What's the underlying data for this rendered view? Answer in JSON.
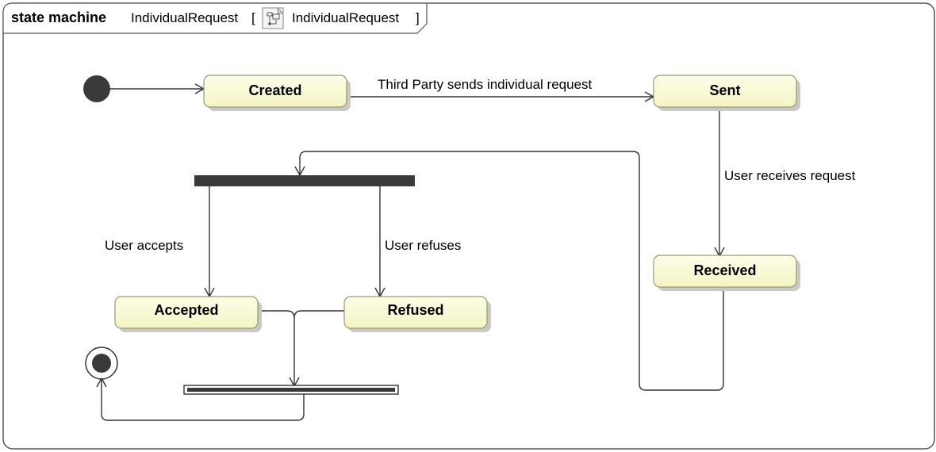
{
  "frame": {
    "keyword": "state machine",
    "name": "IndividualRequest",
    "open_bracket": "[",
    "icon": "state-machine-diagram-icon",
    "context": "IndividualRequest",
    "close_bracket": "]"
  },
  "colors": {
    "state_fill_top": "#fdfde9",
    "state_fill_bottom": "#f6f6c8",
    "bar": "#3a3a3a",
    "node": "#3a3a3a"
  },
  "states": {
    "created": "Created",
    "sent": "Sent",
    "received": "Received",
    "accepted": "Accepted",
    "refused": "Refused"
  },
  "transitions": {
    "created_to_sent": "Third Party sends individual request",
    "sent_to_received": "User receives request",
    "fork_to_accepted": "User accepts",
    "fork_to_refused": "User refuses"
  }
}
